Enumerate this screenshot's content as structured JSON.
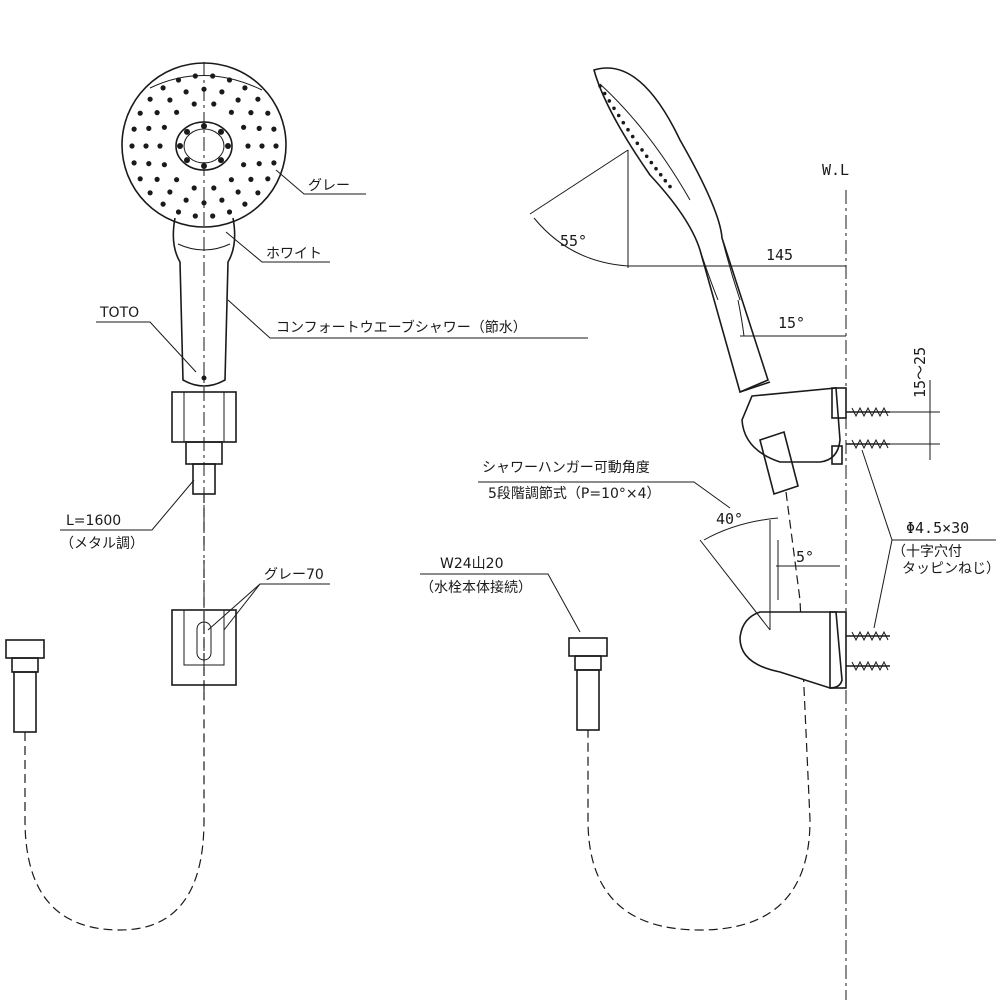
{
  "labels": {
    "gray": "グレー",
    "white": "ホワイト",
    "toto": "TOTO",
    "product": "コンフォートウエーブシャワー（節水）",
    "hose_length": "L=1600",
    "hose_finish": "（メタル調）",
    "gray70": "グレー70",
    "hanger_angle": "シャワーハンガー可動角度",
    "hanger_steps": "5段階調節式（P=10°×4）",
    "thread": "W24山20",
    "thread_note": "（水栓本体接続）",
    "screw": "Φ4.5×30",
    "screw_note1": "（十字穴付",
    "screw_note2": "タッピンねじ）",
    "wl": "W.L",
    "dim_145": "145",
    "dim_15_25": "15～25",
    "angle_55": "55°",
    "angle_15": "15°",
    "angle_40": "40°",
    "angle_5": "5°"
  }
}
